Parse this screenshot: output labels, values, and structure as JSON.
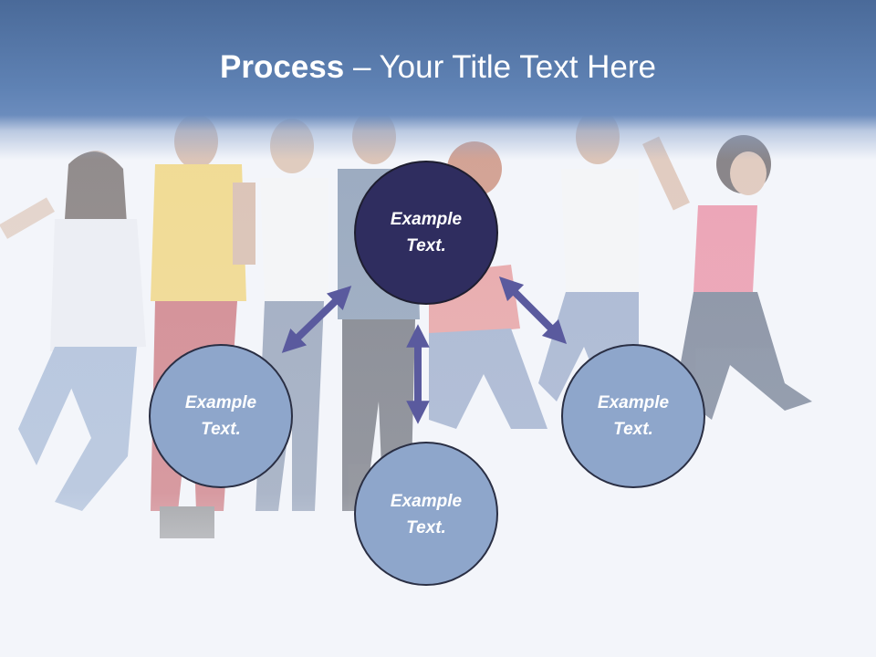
{
  "slide": {
    "title_bold": "Process",
    "title_rest": " – Your Title Text Here"
  },
  "nodes": [
    {
      "line1": "Example",
      "line2": "Text.",
      "role": "center",
      "fill": "#2f2d5f"
    },
    {
      "line1": "Example",
      "line2": "Text.",
      "role": "left",
      "fill": "#8ea6cb"
    },
    {
      "line1": "Example",
      "line2": "Text.",
      "role": "bottom",
      "fill": "#8ea6cb"
    },
    {
      "line1": "Example",
      "line2": "Text.",
      "role": "right",
      "fill": "#8ea6cb"
    }
  ],
  "colors": {
    "header": "#5f82b4",
    "arrow": "#5a5a9e",
    "node_outline": "#2a2f44",
    "center_node": "#2f2d5f",
    "outer_node": "#8ea6cb"
  },
  "background": {
    "description_icon": "jumping-people-photo"
  }
}
